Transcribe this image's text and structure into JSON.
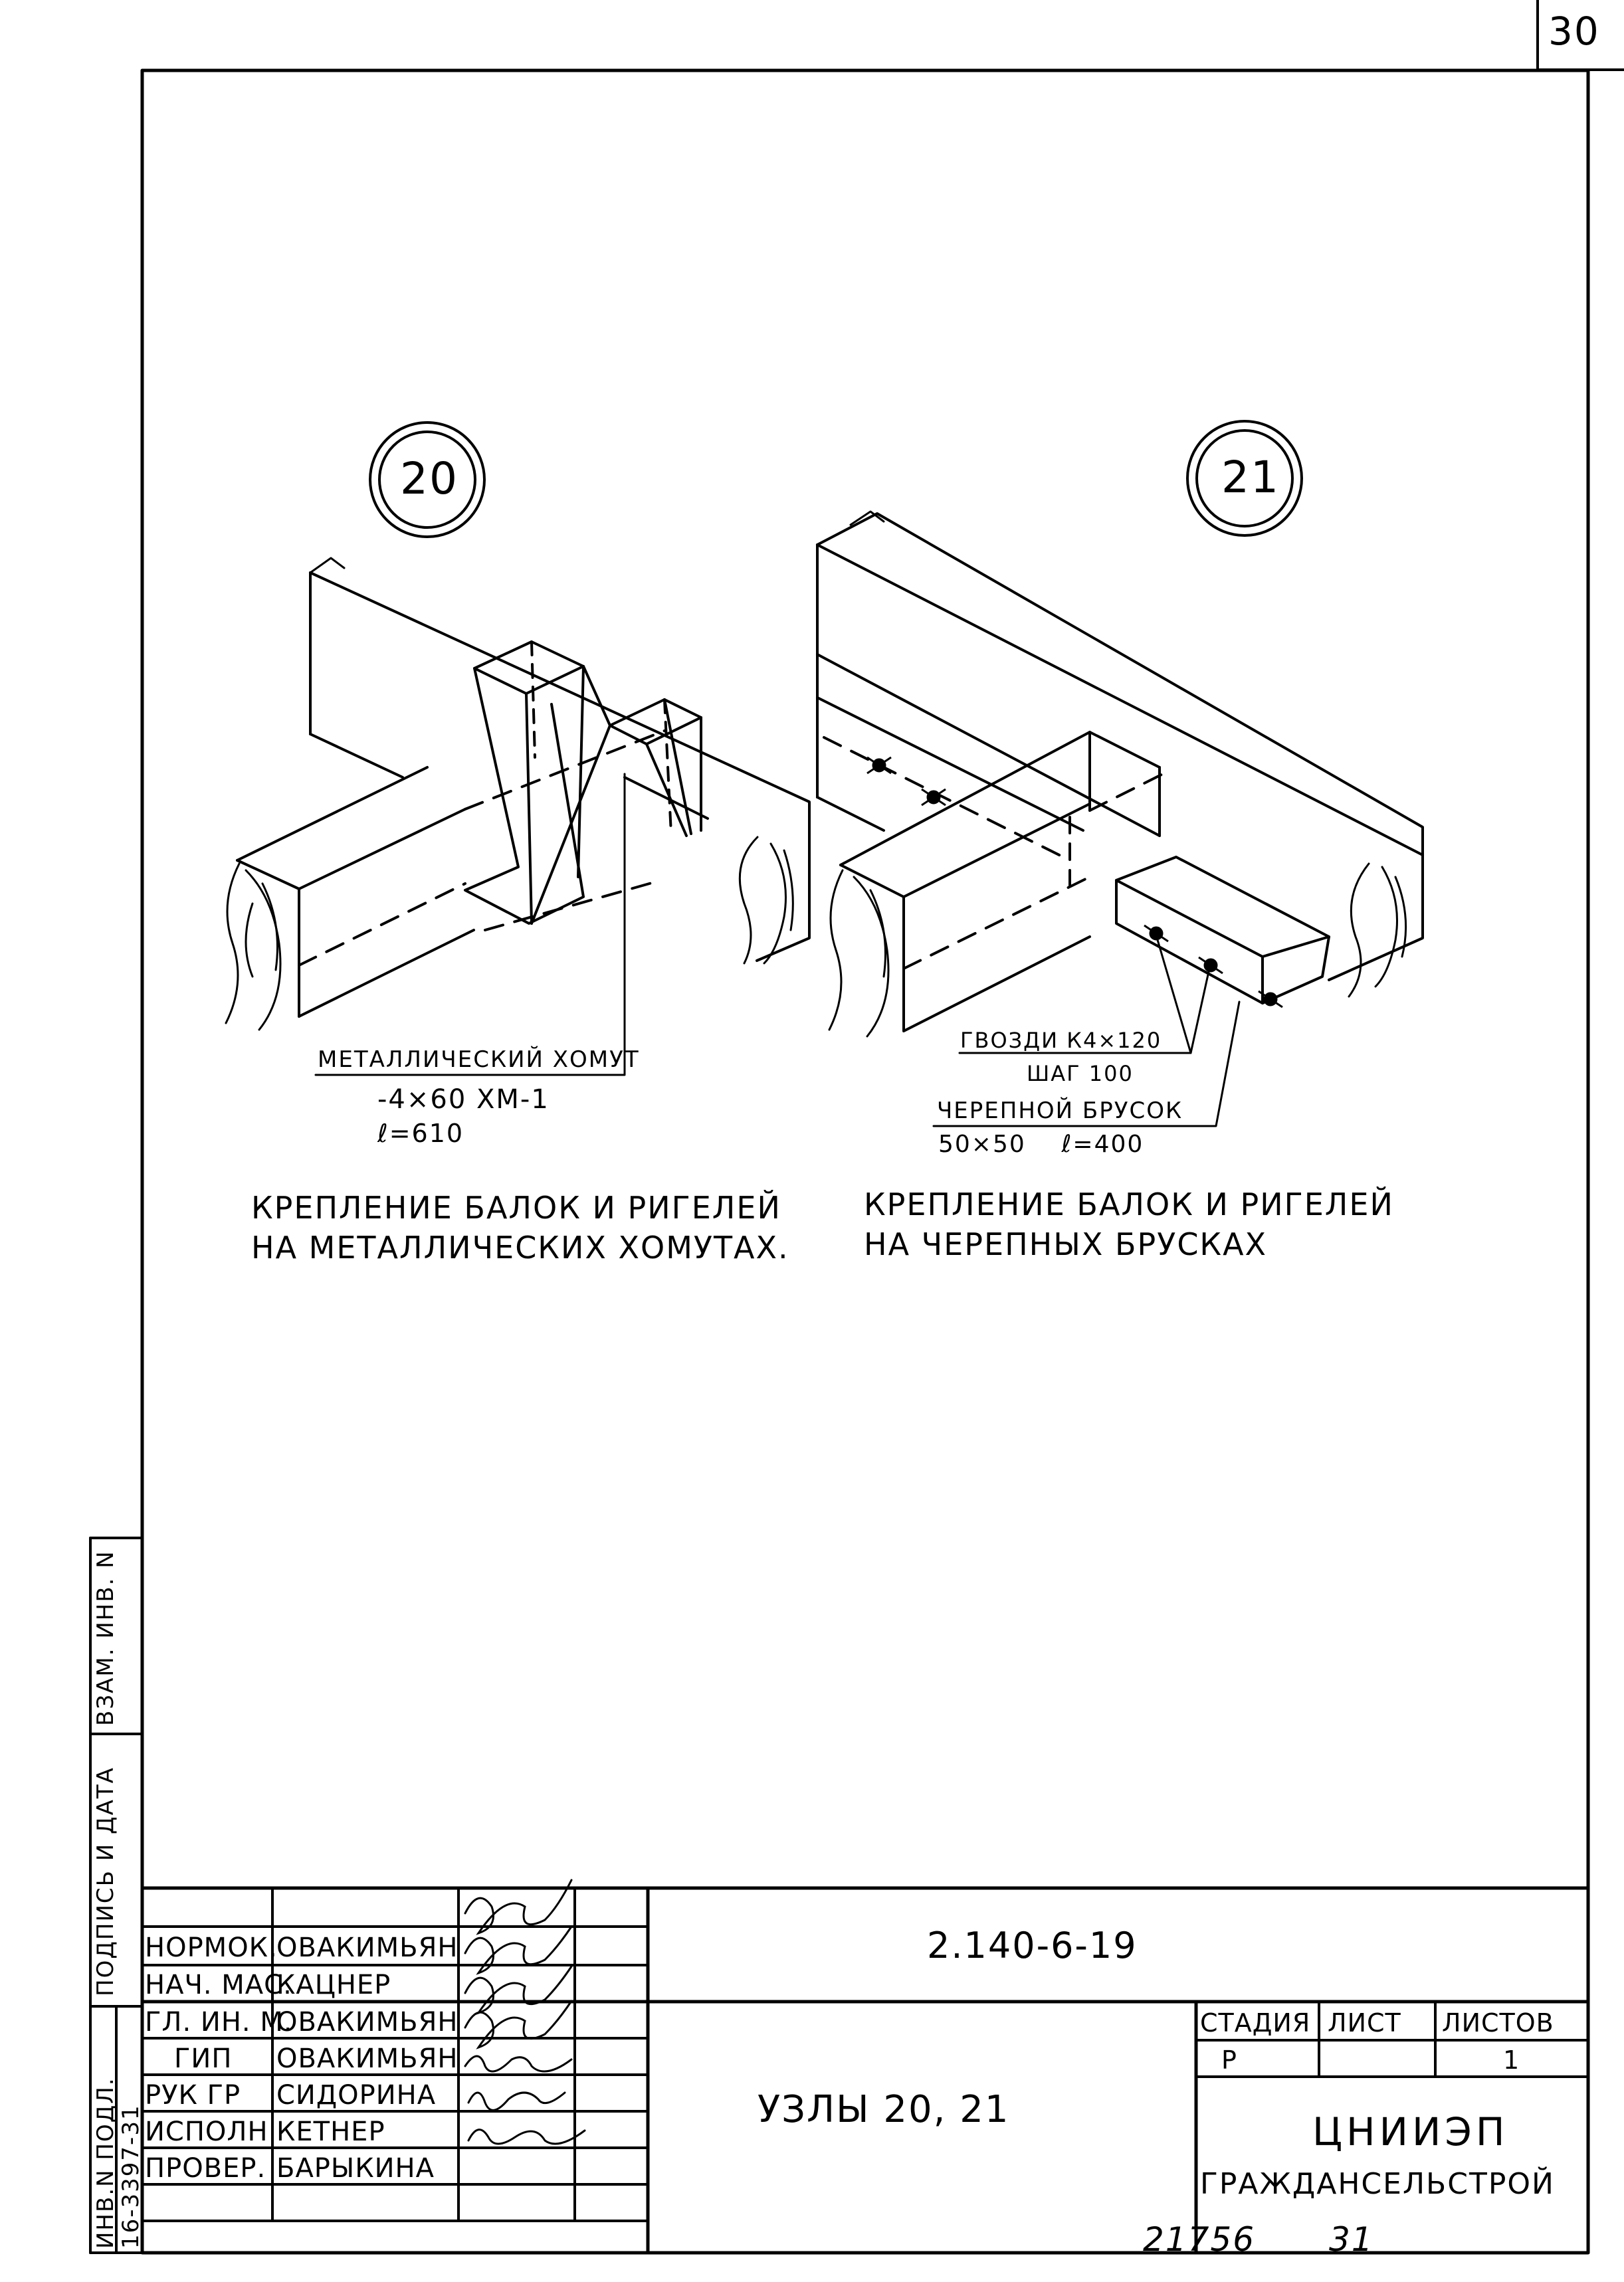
{
  "sheet": {
    "page_number": "30",
    "bottom_note_left": "21756",
    "bottom_note_right": "31"
  },
  "detail_20": {
    "marker": "20",
    "callout_line1": "МЕТАЛЛИЧЕСКИЙ ХОМУТ",
    "callout_line2": "-4×60  ХМ-1",
    "callout_line3": "ℓ=610",
    "caption_line1": "КРЕПЛЕНИЕ БАЛОК И РИГЕЛЕЙ",
    "caption_line2": "НА МЕТАЛЛИЧЕСКИХ  ХОМУТАХ."
  },
  "detail_21": {
    "marker": "21",
    "callout_nails_line1": "ГВОЗДИ  К4×120",
    "callout_nails_line2": "ШАГ 100",
    "callout_bar_line1": "ЧЕРЕПНОЙ  БРУСОК",
    "callout_bar_line2": "50×50    ℓ=400",
    "caption_line1": "КРЕПЛЕНИЕ БАЛОК И РИГЕЛЕЙ",
    "caption_line2": "НА ЧЕРЕПНЫХ  БРУСКАХ"
  },
  "side_stamp": {
    "inv_podl_label": "ИНВ.N ПОДЛ.",
    "inv_podl_value": "16-3397-31",
    "signature_date_label": "ПОДПИСЬ И ДАТА",
    "vzam_inv_label": "ВЗАМ. ИНВ. N"
  },
  "title_block": {
    "document_code": "2.140-6-19",
    "title": "УЗЛЫ 20, 21",
    "stage_label": "СТАДИЯ",
    "sheet_label": "ЛИСТ",
    "sheets_label": "ЛИСТОВ",
    "stage_value": "Р",
    "sheet_value": "",
    "sheets_value": "1",
    "organization_line1": "ЦНИИЭП",
    "organization_line2": "ГРАЖДАНСЕЛЬСТРОЙ",
    "rows": [
      {
        "role": "НОРМОК.",
        "name": "ОВАКИМЬЯН"
      },
      {
        "role": "НАЧ. МАС.",
        "name": "КАЦНЕР"
      },
      {
        "role": "ГЛ. ИН. М.",
        "name": "ОВАКИМЬЯН"
      },
      {
        "role": "ГИП",
        "name": "ОВАКИМЬЯН"
      },
      {
        "role": "РУК ГР",
        "name": "СИДОРИНА"
      },
      {
        "role": "ИСПОЛН",
        "name": "КЕТНЕР"
      },
      {
        "role": "ПРОВЕР.",
        "name": "БАРЫКИНА"
      }
    ]
  }
}
